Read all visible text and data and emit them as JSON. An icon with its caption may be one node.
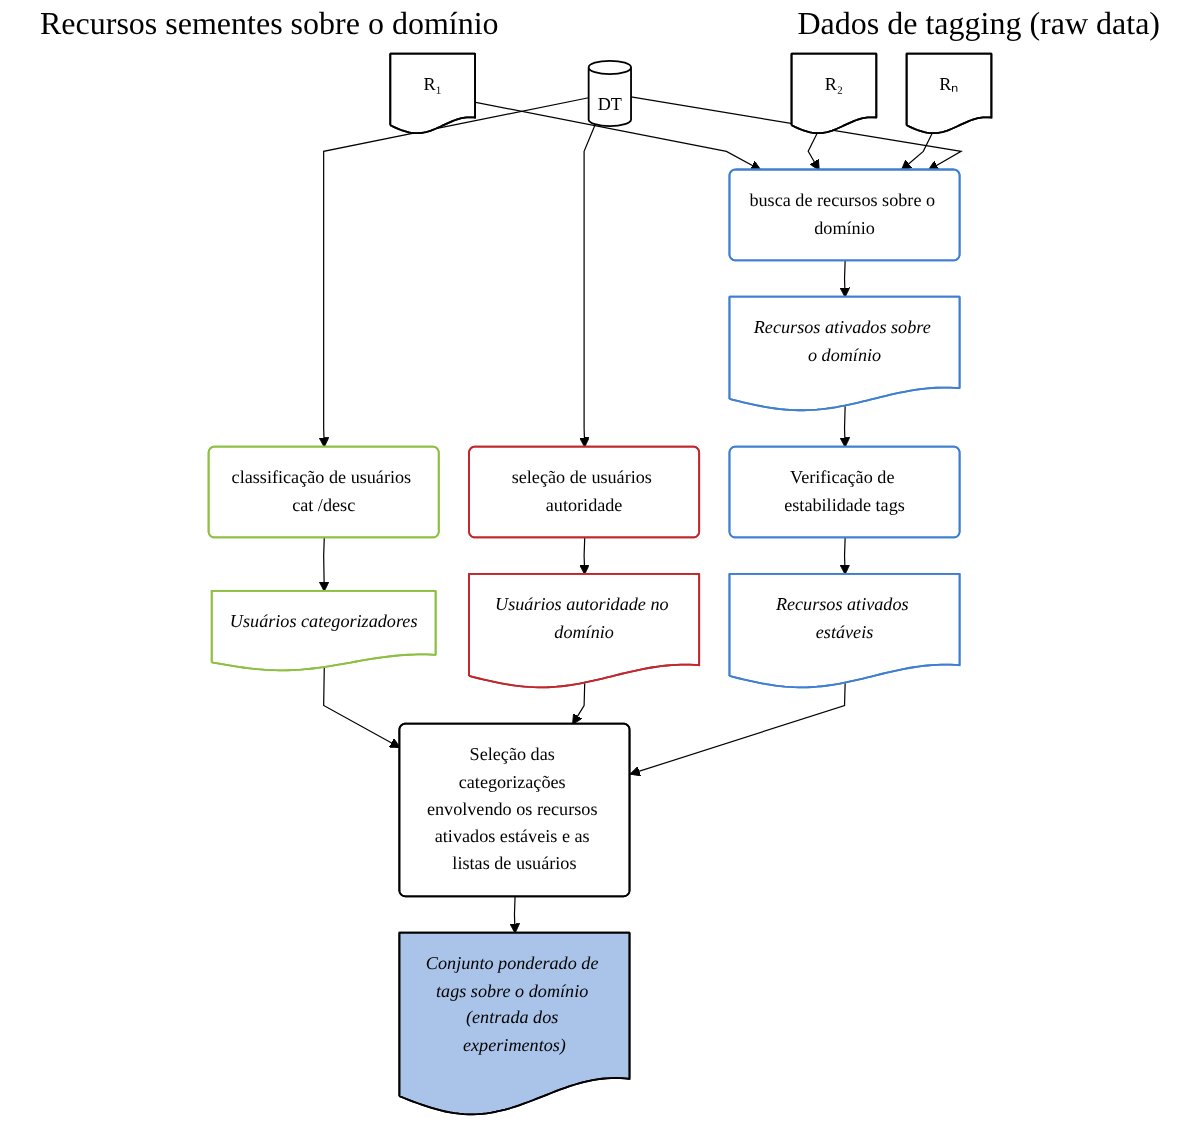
{
  "diagram": {
    "nodes": [
      {
        "text": [
          "R₁"
        ]
      },
      {
        "text": [
          "R₂"
        ]
      },
      {
        "text": [
          "Rₙ"
        ]
      },
      {
        "text": [
          "DT"
        ]
      },
      {
        "text": [
          "busca de recursos sobre o domínio"
        ]
      },
      {
        "text": [
          "classificação de usuários cat /desc"
        ]
      },
      {
        "text": [
          "seleção de usuários autoridade"
        ]
      },
      {
        "text": [
          "Recursos ativados sobre o domínio"
        ]
      },
      {
        "text": [
          "Usuários categorizadores"
        ]
      },
      {
        "text": [
          "Usuários autoridade no domínio"
        ]
      },
      {
        "text": [
          "Verificação de estabilidade tags"
        ]
      },
      {
        "text": [
          "Seleção das categorizações envolvendo os recursos ativados estáveis e as listas de usuários"
        ]
      },
      {
        "text": [
          "Recursos ativados estáveis"
        ]
      },
      {
        "text": [
          "Conjunto ponderado de tags sobre o domínio (entrada dos experimentos)"
        ]
      }
    ],
    "edges": [
      {
        "from": 0,
        "to": 4,
        "arrow": "to"
      },
      {
        "from": 1,
        "to": 4,
        "arrow": "to"
      },
      {
        "from": 2,
        "to": 4,
        "arrow": "to"
      },
      {
        "from": 3,
        "to": 4,
        "arrow": "to"
      },
      {
        "from": 3,
        "to": 5,
        "arrow": "to"
      },
      {
        "from": 3,
        "to": 6,
        "arrow": "to"
      },
      {
        "from": 4,
        "to": 7,
        "arrow": "to"
      },
      {
        "from": 5,
        "to": 8,
        "arrow": "to"
      },
      {
        "from": 6,
        "to": 9,
        "arrow": "to"
      },
      {
        "from": 7,
        "to": 10,
        "arrow": "to"
      },
      {
        "from": 8,
        "to": 11,
        "arrow": "to"
      },
      {
        "from": 9,
        "to": 11,
        "arrow": "to"
      },
      {
        "from": 10,
        "to": 12,
        "arrow": "to"
      },
      {
        "from": 12,
        "to": 11,
        "arrow": "to"
      },
      {
        "from": 11,
        "to": 13,
        "arrow": "to"
      }
    ],
    "labels": [
      "Recursos sementes sobre o domínio",
      "Dados de tagging (raw data)"
    ]
  }
}
